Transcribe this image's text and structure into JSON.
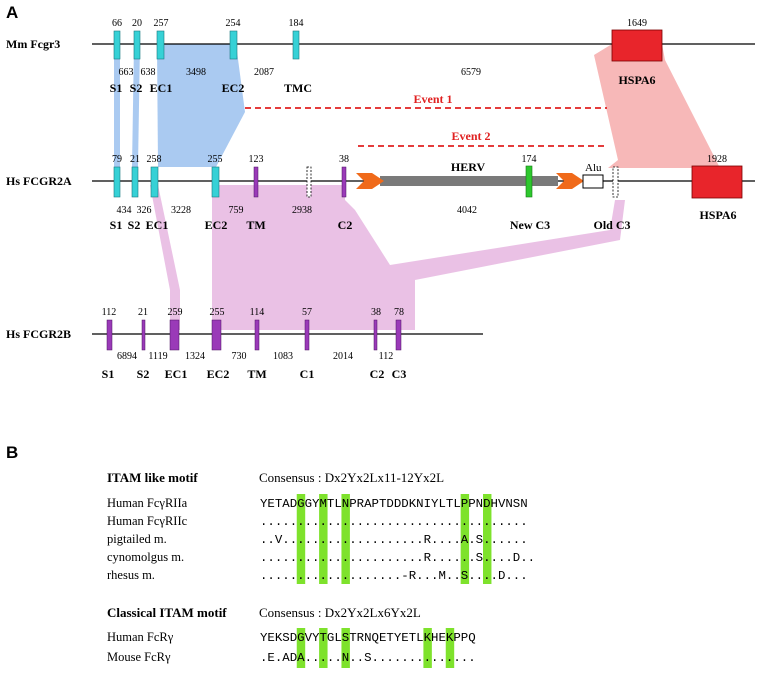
{
  "colors": {
    "mouse_exon": "#36d1d6",
    "fcgr2b_exon": "#9a3ab8",
    "hspa6": "#e8252b",
    "blue_band": "#8db8ec",
    "pink_band": "#f4a0a0",
    "violet_band": "#e6b6e0",
    "event_red": "#e02020",
    "herv_gray": "#7a7a7a",
    "arrow_orange": "#f06a1a",
    "newc3_green": "#2ec82e",
    "highlight_green": "#7ee22c"
  },
  "panelA": {
    "label": "A",
    "mm": {
      "name": "Mm Fcgr3",
      "exon_sizes": [
        "66",
        "20",
        "257",
        "254",
        "184"
      ],
      "exon_names": [
        "S1",
        "S2",
        "EC1",
        "EC2",
        "TMC"
      ],
      "intron_sizes": [
        "663",
        "638",
        "3498",
        "2087",
        "6579"
      ],
      "hspa6_size": "1649",
      "hspa6_name": "HSPA6"
    },
    "event1": "Event 1",
    "event2": "Event 2",
    "hs2a": {
      "name": "Hs FCGR2A",
      "exon_sizes": [
        "79",
        "21",
        "258",
        "255",
        "123",
        "38",
        "174",
        "1928"
      ],
      "exon_names": [
        "S1",
        "S2",
        "EC1",
        "EC2",
        "TM",
        "C2",
        "New C3",
        "Old C3",
        "HSPA6"
      ],
      "intron_sizes": [
        "434",
        "326",
        "3228",
        "759",
        "2938",
        "4042"
      ],
      "herv": "HERV",
      "alu": "Alu"
    },
    "hs2b": {
      "name": "Hs FCGR2B",
      "exon_sizes": [
        "112",
        "21",
        "259",
        "255",
        "114",
        "57",
        "38",
        "78"
      ],
      "exon_names": [
        "S1",
        "S2",
        "EC1",
        "EC2",
        "TM",
        "C1",
        "C2",
        "C3"
      ],
      "intron_sizes": [
        "6894",
        "1119",
        "1324",
        "730",
        "1083",
        "2014",
        "112"
      ]
    }
  },
  "panelB": {
    "label": "B",
    "itam_like": {
      "title": "ITAM like motif",
      "consensus_label": "Consensus : ",
      "consensus": "Dx2Yx2Lx11-12Yx2L",
      "rows": [
        {
          "species": "Human FcγRIIa",
          "seq": "YETADGGYMTLNPRAPTDDDKNIYLTLPPNDHVNSN"
        },
        {
          "species": "Human FcγRIIc",
          "seq": "...................................."
        },
        {
          "species": "pigtailed m.",
          "seq": "..V...................R....A.S......"
        },
        {
          "species": "cynomolgus m.",
          "seq": "......................R......S....D.."
        },
        {
          "species": "rhesus m.",
          "seq": "...................-R...M..S....D..."
        }
      ]
    },
    "classical": {
      "title": "Classical ITAM motif",
      "consensus_label": "Consensus : ",
      "consensus": "Dx2Yx2Lx6Yx2L",
      "rows": [
        {
          "species": "Human FcRγ",
          "seq": "YEKSDGVYTGLSTRNQETYETLKHEKPPQ"
        },
        {
          "species": "Mouse FcRγ",
          "seq": ".E.ADA.....N..S.............."
        }
      ]
    }
  }
}
